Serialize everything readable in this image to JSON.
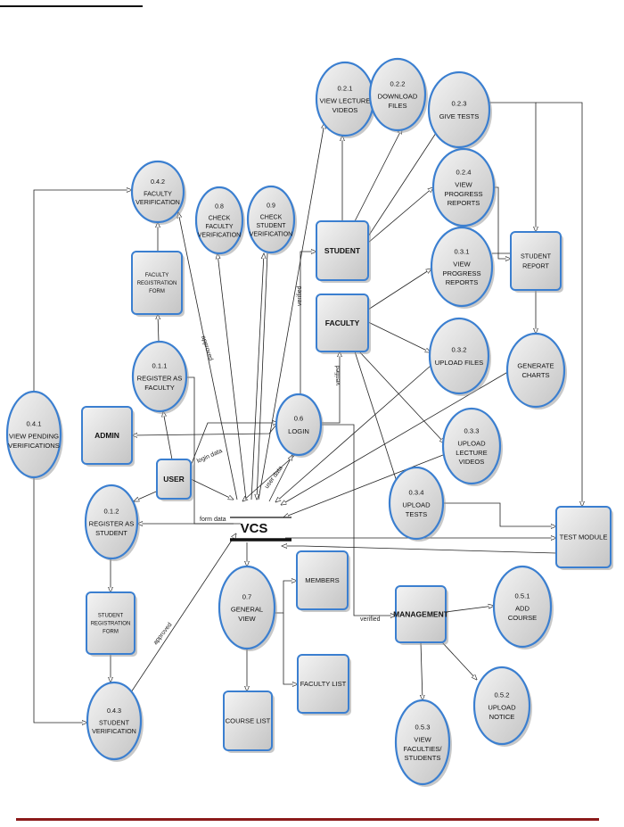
{
  "diagram": {
    "processes": [
      {
        "id": "p021",
        "number": "0.2.1",
        "lines": [
          "VIEW LECTURE",
          "VIDEOS"
        ]
      },
      {
        "id": "p022",
        "number": "0.2.2",
        "lines": [
          "DOWNLOAD",
          "FILES"
        ]
      },
      {
        "id": "p023",
        "number": "0.2.3",
        "lines": [
          "GIVE TESTS"
        ]
      },
      {
        "id": "p042",
        "number": "0.4.2",
        "lines": [
          "FACULTY",
          "VERIFICATION"
        ]
      },
      {
        "id": "p08",
        "number": "0.8",
        "lines": [
          "CHECK",
          "FACULTY",
          "VERIFICATION"
        ]
      },
      {
        "id": "p09",
        "number": "0.9",
        "lines": [
          "CHECK",
          "STUDENT",
          "VERIFICATION"
        ]
      },
      {
        "id": "p024",
        "number": "0.2.4",
        "lines": [
          "VIEW",
          "PROGRESS",
          "REPORTS"
        ]
      },
      {
        "id": "p031",
        "number": "0.3.1",
        "lines": [
          "VIEW",
          "PROGRESS",
          "REPORTS"
        ]
      },
      {
        "id": "p011",
        "number": "0.1.1",
        "lines": [
          "REGISTER AS",
          "FACULTY"
        ]
      },
      {
        "id": "p032",
        "number": "0.3.2",
        "lines": [
          "UPLOAD FILES"
        ]
      },
      {
        "id": "pgen",
        "number": "",
        "lines": [
          "GENERATE",
          "CHARTS"
        ]
      },
      {
        "id": "p06",
        "number": "0.6",
        "lines": [
          "LOGIN"
        ]
      },
      {
        "id": "p041",
        "number": "0.4.1",
        "lines": [
          "VIEW PENDING",
          "VERIFICATIONS"
        ]
      },
      {
        "id": "p033",
        "number": "0.3.3",
        "lines": [
          "UPLOAD",
          "LECTURE",
          "VIDEOS"
        ]
      },
      {
        "id": "p034",
        "number": "0.3.4",
        "lines": [
          "UPLOAD",
          "TESTS"
        ]
      },
      {
        "id": "p012",
        "number": "0.1.2",
        "lines": [
          "REGISTER AS",
          "STUDENT"
        ]
      },
      {
        "id": "p07",
        "number": "0.7",
        "lines": [
          "GENERAL",
          "VIEW"
        ]
      },
      {
        "id": "p051",
        "number": "0.5.1",
        "lines": [
          "ADD",
          "COURSE"
        ]
      },
      {
        "id": "p052",
        "number": "0.5.2",
        "lines": [
          "UPLOAD",
          "NOTICE"
        ]
      },
      {
        "id": "p043",
        "number": "0.4.3",
        "lines": [
          "STUDENT",
          "VERIFICATION"
        ]
      },
      {
        "id": "p053",
        "number": "0.5.3",
        "lines": [
          "VIEW",
          "FACULTIES/",
          "STUDENTS"
        ]
      }
    ],
    "boxes": [
      {
        "id": "student",
        "lines": [
          "STUDENT"
        ],
        "bold": true
      },
      {
        "id": "faculty",
        "lines": [
          "FACULTY"
        ],
        "bold": true
      },
      {
        "id": "admin",
        "lines": [
          "ADMIN"
        ],
        "bold": true
      },
      {
        "id": "user",
        "lines": [
          "USER"
        ],
        "bold": true
      },
      {
        "id": "management",
        "lines": [
          "MANAGEMENT"
        ],
        "bold": true
      },
      {
        "id": "facform",
        "lines": [
          "FACULTY",
          "REGISTRATION",
          "FORM"
        ],
        "bold": false
      },
      {
        "id": "stuform",
        "lines": [
          "STUDENT",
          "REGISTRATION",
          "FORM"
        ],
        "bold": false
      },
      {
        "id": "studentreport",
        "lines": [
          "STUDENT",
          "REPORT"
        ],
        "bold": false
      },
      {
        "id": "testmodule",
        "lines": [
          "TEST MODULE"
        ],
        "bold": false
      },
      {
        "id": "members",
        "lines": [
          "MEMBERS"
        ],
        "bold": false
      },
      {
        "id": "facultylist",
        "lines": [
          "FACULTY LIST"
        ],
        "bold": false
      },
      {
        "id": "courselist",
        "lines": [
          "COURSE LIST"
        ],
        "bold": false
      }
    ],
    "datastore": {
      "label": "VCS"
    },
    "flow_labels": {
      "approved_top": "approved",
      "approved_bottom": "approved",
      "verified_left": "verified",
      "verified_mid": "verified",
      "verified_mgmt": "verified",
      "login_data": "login data",
      "user_data": "user data",
      "form_data": "form data"
    }
  }
}
